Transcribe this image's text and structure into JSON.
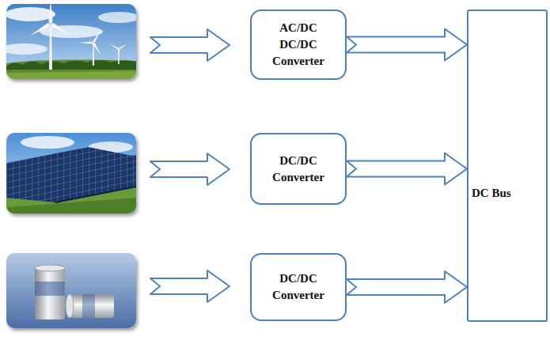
{
  "diagram": {
    "nodes": [
      {
        "text": [
          "AC/DC DC/DC Converter"
        ]
      },
      {
        "text": [
          "DC/DC Converter"
        ]
      },
      {
        "text": [
          "DC/DC Converter"
        ]
      },
      {
        "text": [
          "DC Bus"
        ]
      }
    ],
    "edges": [
      {
        "from": 0,
        "to": 3,
        "arrow": "to"
      },
      {
        "from": 1,
        "to": 3,
        "arrow": "to"
      },
      {
        "from": 2,
        "to": 3,
        "arrow": "to"
      }
    ]
  }
}
